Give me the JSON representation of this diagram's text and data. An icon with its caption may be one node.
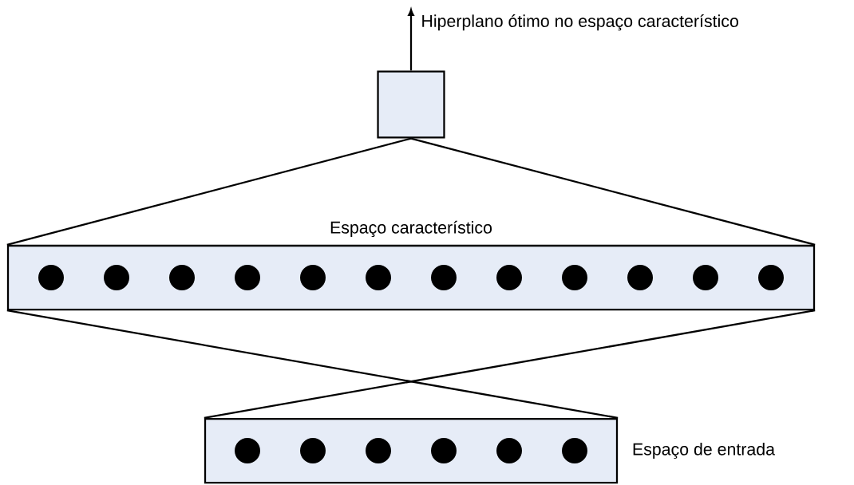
{
  "diagram": {
    "nodes": [
      {
        "text": [],
        "shape": "box"
      },
      {
        "text": [
          "Espaço característico"
        ]
      },
      {
        "text": [],
        "shape": "circle",
        "in": 1
      },
      {
        "text": [],
        "shape": "circle",
        "in": 1
      },
      {
        "text": [],
        "shape": "circle",
        "in": 1
      },
      {
        "text": [],
        "shape": "circle",
        "in": 1
      },
      {
        "text": [],
        "shape": "circle",
        "in": 1
      },
      {
        "text": [],
        "shape": "circle",
        "in": 1
      },
      {
        "text": [],
        "shape": "circle",
        "in": 1
      },
      {
        "text": [],
        "shape": "circle",
        "in": 1
      },
      {
        "text": [],
        "shape": "circle",
        "in": 1
      },
      {
        "text": [],
        "shape": "circle",
        "in": 1
      },
      {
        "text": [],
        "shape": "circle",
        "in": 1
      },
      {
        "text": [],
        "shape": "circle",
        "in": 1
      },
      {
        "text": [],
        "shape": "box",
        "beside": [
          "Espaço de entrada"
        ]
      },
      {
        "text": [],
        "shape": "circle",
        "in": 14
      },
      {
        "text": [],
        "shape": "circle",
        "in": 14
      },
      {
        "text": [],
        "shape": "circle",
        "in": 14
      },
      {
        "text": [],
        "shape": "circle",
        "in": 14
      },
      {
        "text": [],
        "shape": "circle",
        "in": 14
      },
      {
        "text": [],
        "shape": "circle",
        "in": 14
      }
    ],
    "edges": [
      {
        "from": 0,
        "to": null,
        "arrow": "to",
        "label": "Hiperplano ótimo no espaço característico"
      },
      {
        "from": 0,
        "to": 1,
        "arrow": "none"
      },
      {
        "from": 0,
        "to": 1,
        "arrow": "none"
      },
      {
        "from": 1,
        "to": 14,
        "arrow": "none"
      },
      {
        "from": 1,
        "to": 14,
        "arrow": "none"
      }
    ]
  }
}
